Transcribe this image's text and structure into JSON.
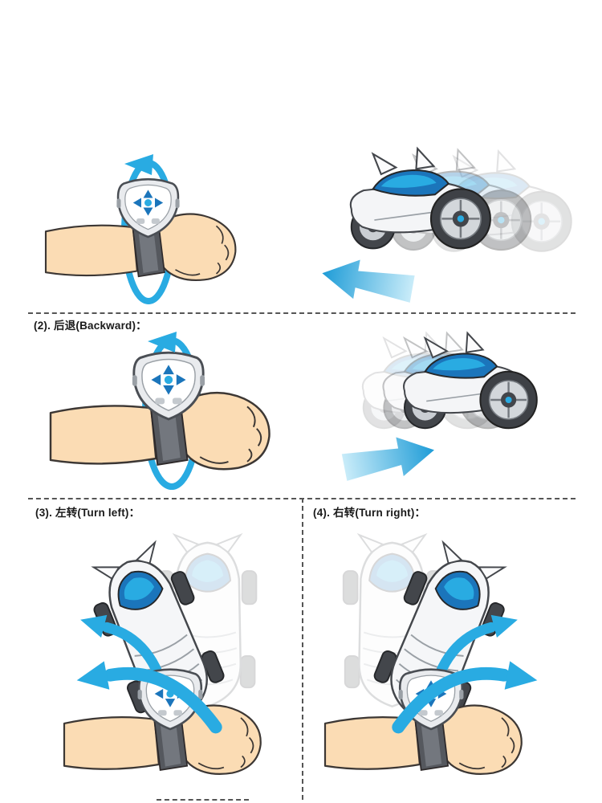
{
  "page": {
    "type": "instruction-manual-page"
  },
  "sections": {
    "forward": {
      "wrist_illustration": "wrist-remote-rotate-forward",
      "car_illustration": "robot-car-driving-forward-with-motion-ghosts"
    },
    "backward": {
      "label": "(2). 后退(Backward)：",
      "wrist_illustration": "wrist-remote-rotate-backward",
      "car_illustration": "robot-car-driving-backward-with-motion-ghosts"
    },
    "turn_left": {
      "label": "(3). 左转(Turn left)：",
      "car_illustration": "robot-car-tilting-left-with-ghost",
      "wrist_illustration": "wrist-remote-tilt-left"
    },
    "turn_right": {
      "label": "(4). 右转(Turn right)：",
      "car_illustration": "robot-car-tilting-right-with-ghost",
      "wrist_illustration": "wrist-remote-tilt-right"
    }
  },
  "icons": {
    "rotation_loop": "rotation-ellipse-arrow",
    "motion_arrow": "thick-motion-arrow",
    "turn_arrow": "curved-turn-arrow",
    "dpad": "controller-dpad-buttons"
  },
  "colors": {
    "arrow": "#29ABE2",
    "skin": "#FBDCB4",
    "band": "#55585E",
    "robot_blue": "#1B75BB",
    "robot_cyan": "#29ABE2",
    "outline": "#3C3734",
    "divider": "#555555",
    "label_text": "#1A1A1A"
  }
}
